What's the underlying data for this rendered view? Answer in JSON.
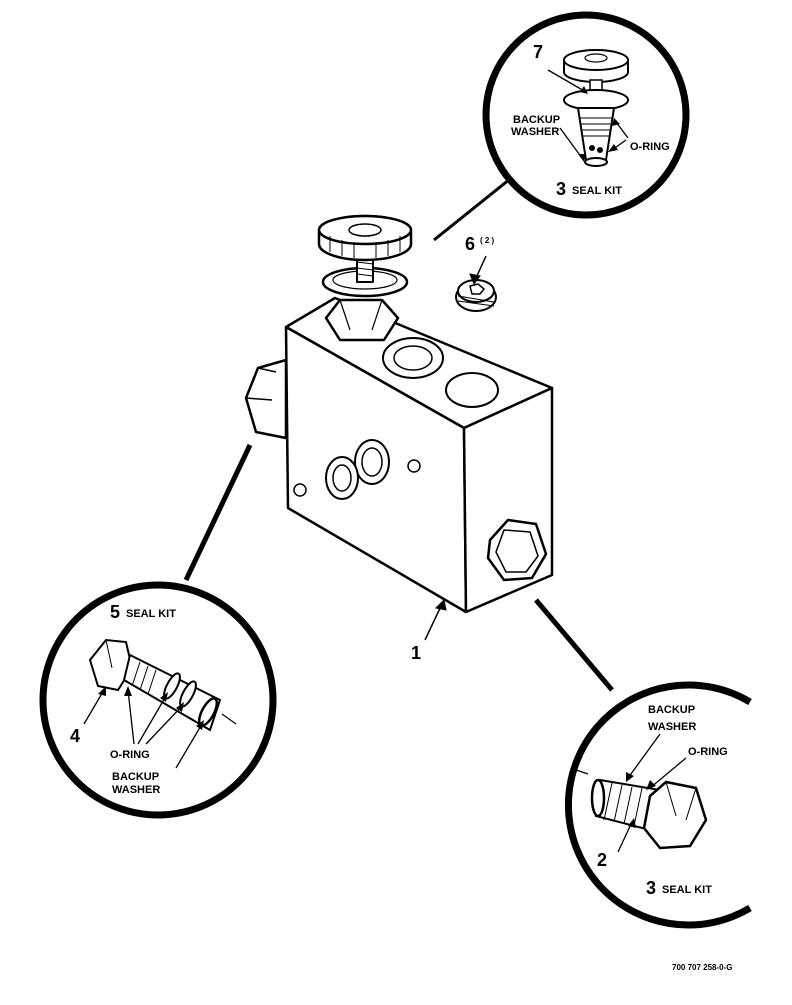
{
  "callouts": {
    "item1": "1",
    "item2": "2",
    "item3_top": "3",
    "item3_bottom": "3",
    "item4": "4",
    "item5": "5",
    "item6": "6",
    "item6_qty": "( 2 )",
    "item7": "7"
  },
  "labels": {
    "seal_kit": "SEAL KIT",
    "backup": "BACKUP",
    "washer": "WASHER",
    "o_ring": "O-RING"
  },
  "figure_id": "700 707 258-0-G"
}
